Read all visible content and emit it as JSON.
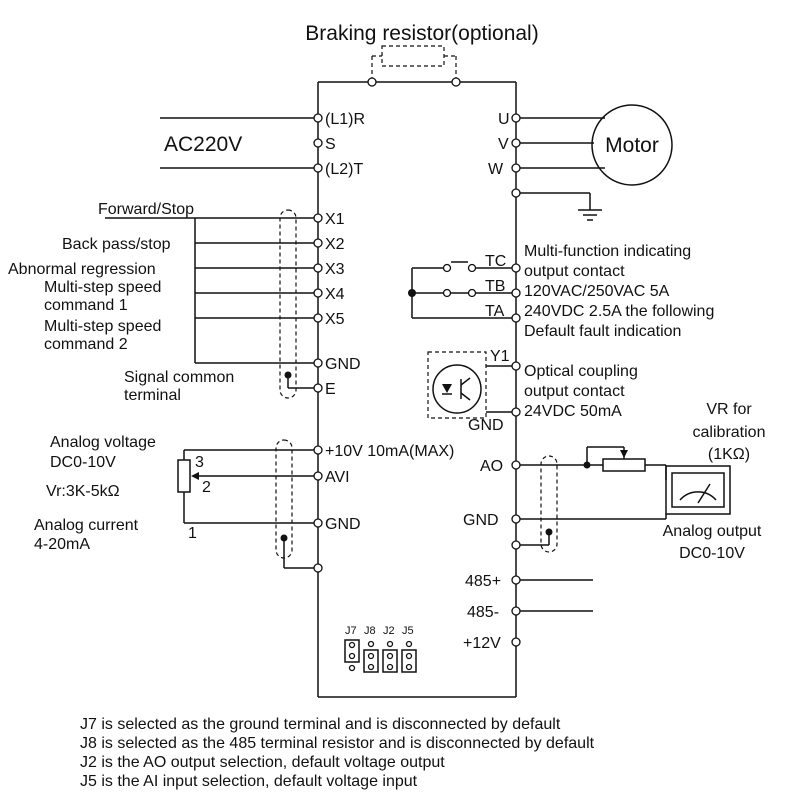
{
  "title": "Braking resistor(optional)",
  "power": {
    "supply": "AC220V",
    "terminals": [
      "(L1)R",
      "S",
      "(L2)T"
    ]
  },
  "motor": {
    "label": "Motor",
    "terminals": [
      "U",
      "V",
      "W"
    ]
  },
  "inputs": {
    "functions": [
      "Forward/Stop",
      "Back pass/stop",
      "Abnormal regression",
      "Multi-step speed",
      "command 1",
      "Multi-step speed",
      "command 2"
    ],
    "terminals": [
      "X1",
      "X2",
      "X3",
      "X4",
      "X5",
      "GND",
      "E"
    ],
    "signal_common": [
      "Signal common",
      "terminal"
    ]
  },
  "analog_in": {
    "voltage_label": [
      "Analog voltage",
      "DC0-10V"
    ],
    "pot_label": "Vr:3K-5kΩ",
    "pot_pins": [
      "3",
      "2",
      "1"
    ],
    "current_label": [
      "Analog current",
      "4-20mA"
    ],
    "terminals": [
      "+10V 10mA(MAX)",
      "AVI",
      "GND"
    ]
  },
  "relay": {
    "terminals": [
      "TC",
      "TB",
      "TA"
    ],
    "description": [
      "Multi-function indicating",
      "output contact",
      "120VAC/250VAC 5A",
      "240VDC 2.5A the following",
      "Default fault indication"
    ]
  },
  "optocoupler": {
    "terminals": [
      "Y1",
      "GND"
    ],
    "description": [
      "Optical coupling",
      "output contact",
      "24VDC 50mA"
    ]
  },
  "analog_out": {
    "terminals": [
      "AO",
      "GND"
    ],
    "vr_label": [
      "VR for",
      "calibration",
      "(1KΩ)"
    ],
    "output_label": [
      "Analog output",
      "DC0-10V"
    ]
  },
  "comm": {
    "terminals": [
      "485+",
      "485-",
      "+12V"
    ]
  },
  "jumpers": [
    "J7",
    "J8",
    "J2",
    "J5"
  ],
  "notes": [
    "J7 is selected as the ground terminal and is disconnected by default",
    "J8 is selected as the 485 terminal resistor and is disconnected by default",
    "J2 is the AO output selection, default voltage output",
    "J5 is the AI input selection, default voltage input"
  ]
}
